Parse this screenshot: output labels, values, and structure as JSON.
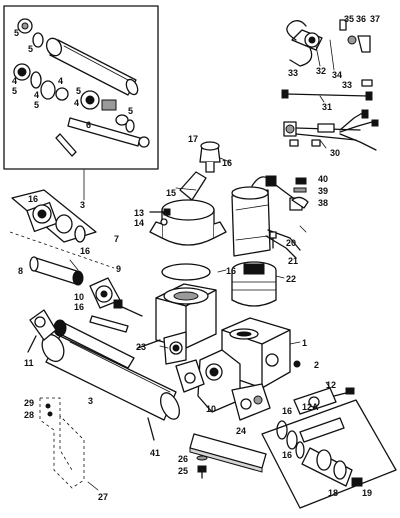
{
  "callouts": [
    "1",
    "2",
    "3",
    "4",
    "5",
    "6",
    "7",
    "8",
    "9",
    "10",
    "11",
    "12",
    "13",
    "14",
    "15",
    "16",
    "17",
    "18",
    "19",
    "20",
    "21",
    "22",
    "23",
    "24",
    "25",
    "26",
    "27",
    "28",
    "29",
    "30",
    "31",
    "32",
    "33",
    "34",
    "35",
    "36",
    "37",
    "38",
    "39",
    "40",
    "41",
    "12A"
  ]
}
